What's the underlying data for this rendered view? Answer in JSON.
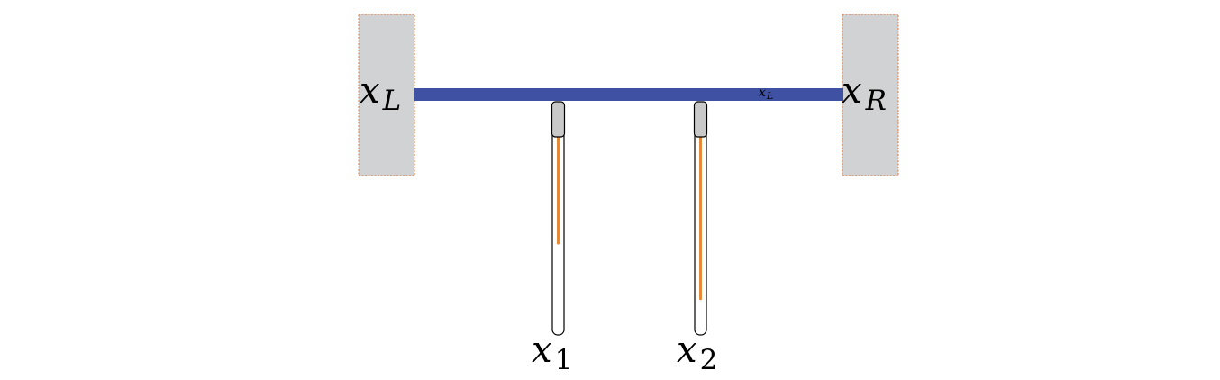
{
  "labels": {
    "left_wall": {
      "main": "x",
      "sub": "L"
    },
    "right_wall": {
      "main": "x",
      "sub": "R"
    },
    "bar_small": {
      "main": "x",
      "sub": "L"
    },
    "tube_1": {
      "main": "x",
      "sub": "1"
    },
    "tube_2": {
      "main": "x",
      "sub": "2"
    }
  },
  "levels": {
    "tube_1": 0.47,
    "tube_2": 0.76
  },
  "colors": {
    "wall_fill": "#d1d2d4",
    "wall_border": "#e0793a",
    "bar": "#3f51a3",
    "cap_fill": "#c9c9c9",
    "fluid": "#e58a3a",
    "stroke": "#000000"
  }
}
